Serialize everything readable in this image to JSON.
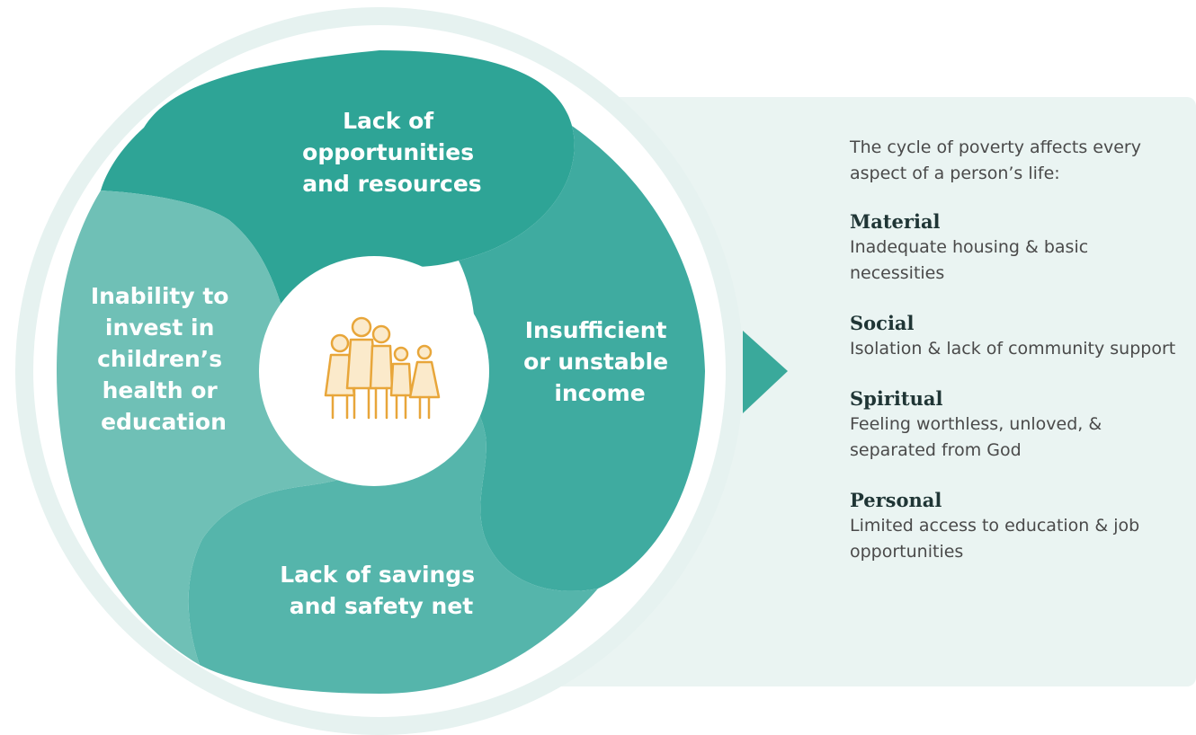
{
  "colors": {
    "outer_ring": "#e6f2f0",
    "panel": "#eaf4f2",
    "seg_top": "#2ea496",
    "seg_right": "#3faba0",
    "seg_bottom": "#55b5ab",
    "seg_left": "#6fc0b6",
    "arrow": "#3aa99b",
    "icon": "#e8a63a",
    "icon_fill": "#fbeacb"
  },
  "cycle": {
    "top": [
      "Lack of",
      "opportunities",
      "and resources"
    ],
    "right": [
      "Insufficient",
      "or unstable",
      "income"
    ],
    "bottom": [
      "Lack of savings",
      "and safety net"
    ],
    "left": [
      "Inability to",
      "invest in",
      "children’s",
      "health or",
      "education"
    ],
    "center_icon": "family-icon"
  },
  "info": {
    "intro": "The cycle of poverty affects every aspect of a person’s life:",
    "aspects": [
      {
        "title": "Material",
        "text": "Inadequate housing & basic necessities"
      },
      {
        "title": "Social",
        "text": "Isolation & lack of community support"
      },
      {
        "title": "Spiritual",
        "text": "Feeling worthless, unloved, & separated from God"
      },
      {
        "title": "Personal",
        "text": "Limited access to education & job opportunities"
      }
    ]
  }
}
